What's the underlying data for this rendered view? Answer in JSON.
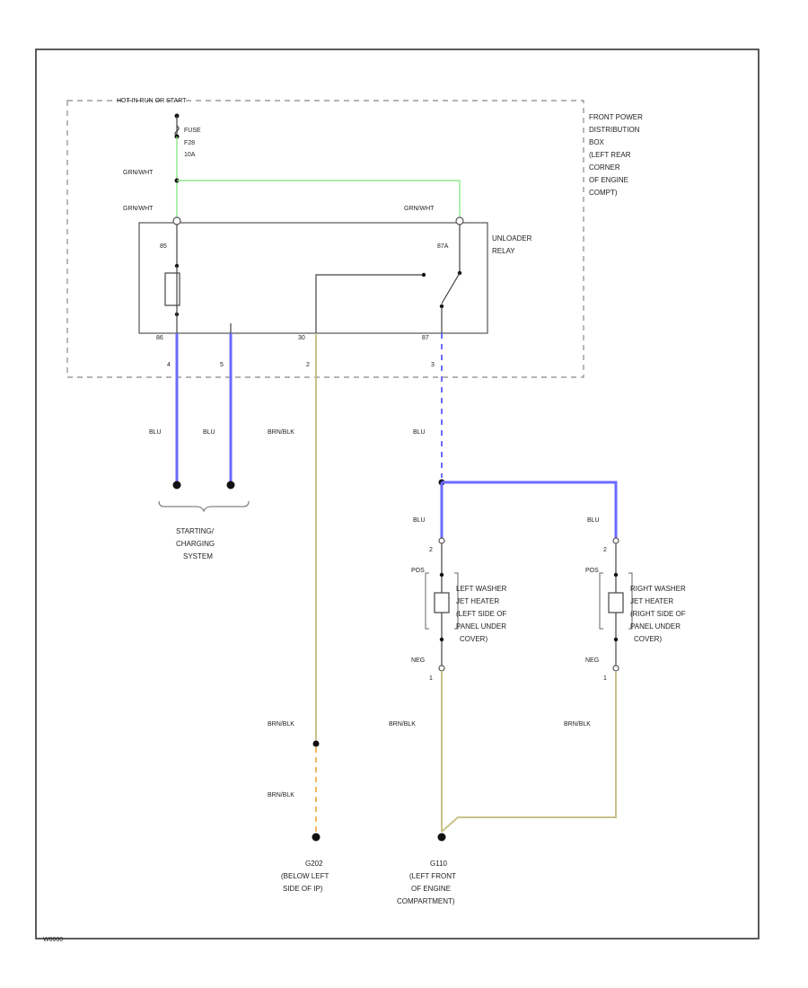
{
  "labels": {
    "hot_at_all_times": "HOT IN RUN OR START",
    "fuse_1": "FUSE",
    "fuse_2": "F28",
    "fuse_3": "10A",
    "connector_top": "GRN/WHT",
    "connector_left": "GRN/WHT",
    "connector_right": "GRN/WHT",
    "pdb_1": "FRONT POWER",
    "pdb_2": "DISTRIBUTION",
    "pdb_3": "BOX",
    "pdb_4": "(LEFT REAR",
    "pdb_5": "CORNER",
    "pdb_6": "OF ENGINE",
    "pdb_7": "COMPT)",
    "relay_1": "UNLOADER",
    "relay_2": "RELAY",
    "pin_85": "85",
    "pin_87a": "87A",
    "pin_86": "86",
    "pin_30": "30",
    "pin_87": "87",
    "pin_c_4": "4",
    "pin_c_5": "5",
    "pin_c_2": "2",
    "pin_c_3": "3",
    "wire_blu_1": "BLU",
    "wire_blu_2": "BLU",
    "wire_brnblk_1": "BRN/BLK",
    "wire_blu_3": "BLU",
    "wire_blu_4": "BLU",
    "wire_blu_5": "BLU",
    "starting_1": "STARTING/",
    "starting_2": "CHARGING",
    "starting_3": "SYSTEM",
    "heater_pin_2a": "2",
    "heater_pin_2b": "2",
    "heater_pos_a": "POS",
    "heater_pos_b": "POS",
    "heater_neg_a": "NEG",
    "heater_neg_b": "NEG",
    "heater_pin_1a": "1",
    "heater_pin_1b": "1",
    "left_heater_1": "LEFT WASHER",
    "left_heater_2": "JET HEATER",
    "left_heater_3": "(LEFT SIDE OF",
    "left_heater_4": "PANEL UNDER",
    "left_heater_5": "COVER)",
    "right_heater_1": "RIGHT WASHER",
    "right_heater_2": "JET HEATER",
    "right_heater_3": "(RIGHT SIDE OF",
    "right_heater_4": "PANEL UNDER",
    "right_heater_5": "COVER)",
    "wire_brnblk_2": "BRN/BLK",
    "wire_brnblk_3": "BRN/BLK",
    "wire_brnblk_4": "BRN/BLK",
    "wire_brnblk_5": "BRN/BLK",
    "ground_g202_1": "G202",
    "ground_g202_2": "(BELOW LEFT",
    "ground_g202_3": "SIDE OF IP)",
    "ground_g110_1": "G110",
    "ground_g110_2": "(LEFT FRONT",
    "ground_g110_3": "OF ENGINE",
    "ground_g110_4": "COMPARTMENT)",
    "footer": "W0000"
  },
  "colors": {
    "wire_green": "#8ee88e",
    "wire_blue": "#6b6bff",
    "wire_tan": "#c8c28a",
    "wire_orange": "#f0b860"
  }
}
